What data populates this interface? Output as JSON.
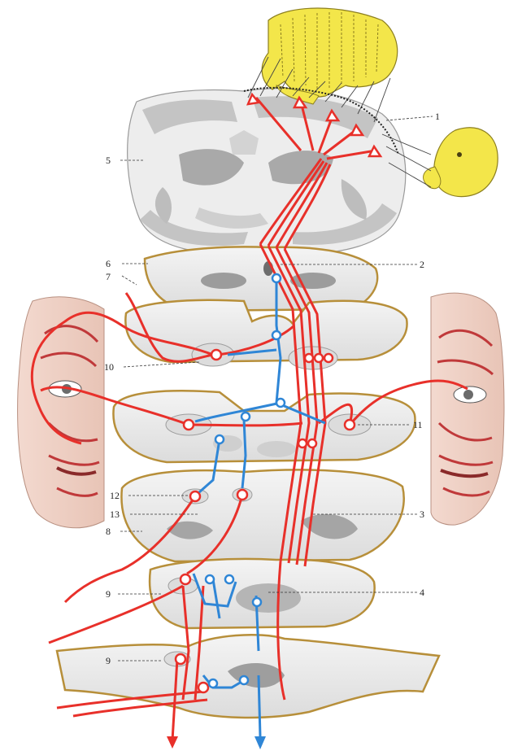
{
  "colors": {
    "motor_pathway": "#e8302a",
    "interneuron": "#2f86d6",
    "homunculus": "#f3e64a",
    "cortex_gray": "#b9b9b9",
    "white_matter": "#ececec",
    "slice_rim": "#c9a24a"
  },
  "labels": {
    "l1": "1",
    "l2": "2",
    "l3": "3",
    "l4": "4",
    "l5": "5",
    "l6": "6",
    "l7": "7",
    "l8": "8",
    "l9a": "9",
    "l9b": "9",
    "l10": "10",
    "l11": "11",
    "l12": "12",
    "l13": "13"
  }
}
